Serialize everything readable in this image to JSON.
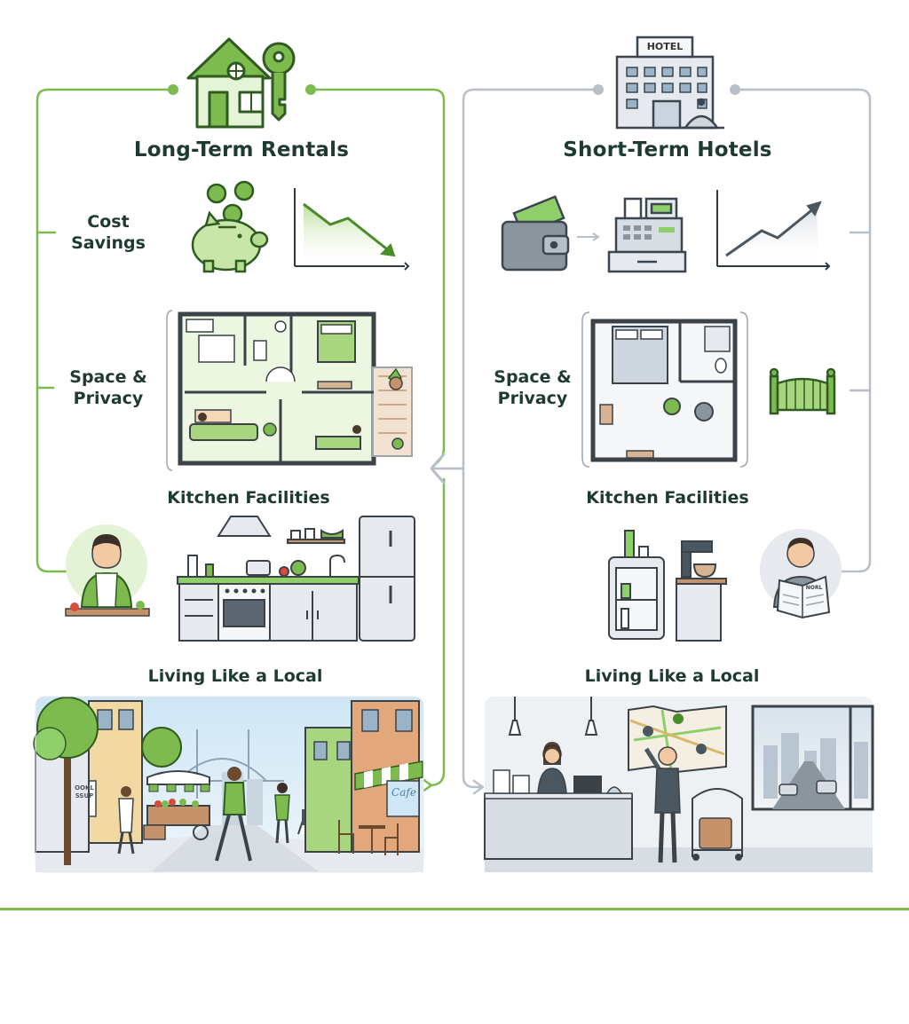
{
  "left_column": {
    "title": "Long-Term Rentals",
    "cost_label_line1": "Cost",
    "cost_label_line2": "Savings",
    "space_label_line1": "Space &",
    "space_label_line2": "Privacy",
    "kitchen_title": "Kitchen Facilities",
    "local_title": "Living Like a Local",
    "cafe_sign": "Cafe",
    "shop_sign_line1": "OOKL",
    "shop_sign_line2": "SSUP"
  },
  "right_column": {
    "title": "Short-Term Hotels",
    "hotel_sign": "HOTEL",
    "space_label_line1": "Space &",
    "space_label_line2": "Privacy",
    "kitchen_title": "Kitchen Facilities",
    "local_title": "Living Like a Local",
    "newspaper_text": "NORL"
  },
  "colors": {
    "accent_green": "#7dbb4f",
    "dark_green": "#4a8c2a",
    "light_green": "#dcefc9",
    "grey_line": "#b7c0c8",
    "text_dark": "#1f3a30",
    "bottom_rule": "#7dbb4f"
  },
  "icons": [
    "house-key-icon",
    "hotel-building-icon",
    "piggy-bank-icon",
    "trend-down-chart-icon",
    "wallet-icon",
    "cash-register-icon",
    "trend-up-chart-icon",
    "apartment-floorplan-icon",
    "hotel-room-floorplan-icon",
    "fence-icon",
    "cook-person-icon",
    "full-kitchen-icon",
    "minifridge-icon",
    "coffee-maker-icon",
    "newspaper-reader-icon",
    "street-scene-icon",
    "hotel-lobby-icon"
  ]
}
